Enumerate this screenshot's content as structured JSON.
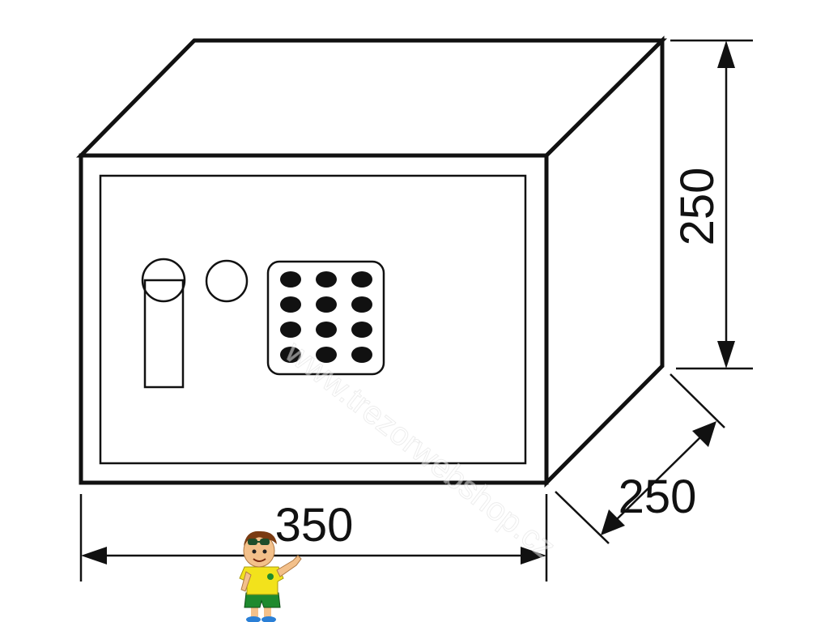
{
  "diagram": {
    "width_label": "350",
    "height_label": "250",
    "depth_label": "250",
    "keypad": {
      "rows": 4,
      "cols": 3
    },
    "colors": {
      "line": "#111111",
      "background": "#ffffff",
      "mascot_shirt": "#f2e21c",
      "mascot_shorts": "#1e8a2e",
      "mascot_hair": "#7a3b12",
      "mascot_skin": "#f3c08a"
    },
    "watermark_text": "www.trezorwebshop.cz",
    "mascot": "cartoon-boy-mascot"
  }
}
